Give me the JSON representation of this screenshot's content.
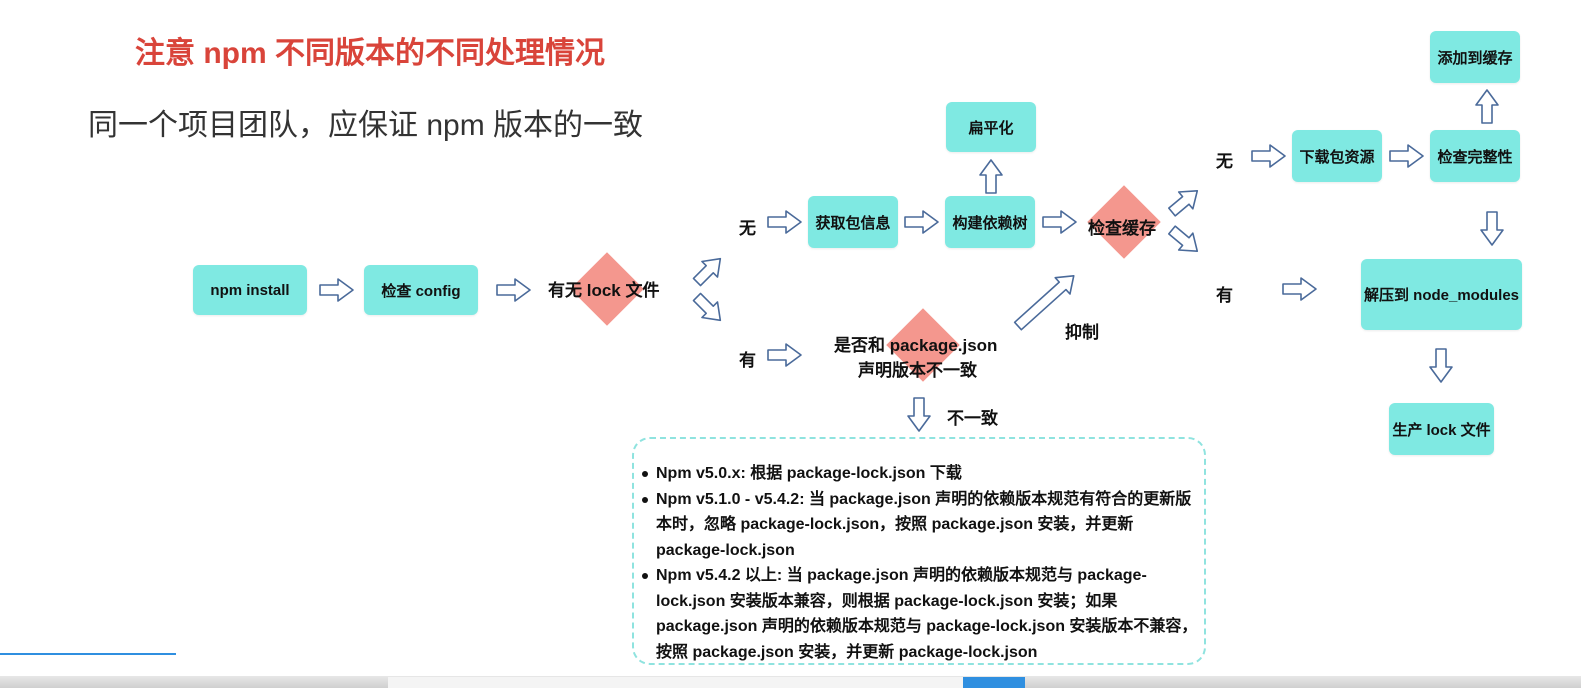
{
  "slide": {
    "title": "注意 npm 不同版本的不同处理情况",
    "subtitle": "同一个项目团队，应保证 npm 版本的一致"
  },
  "nodes": {
    "npm_install": "npm install",
    "check_config": "检查 config",
    "lock_question": "有无 lock 文件",
    "get_info": "获取包信息",
    "build_tree": "构建依赖树",
    "flatten": "扁平化",
    "check_cache": "检查缓存",
    "download": "下载包资源",
    "integrity": "检查完整性",
    "add_cache": "添加到缓存",
    "unzip": "解压到 node_modules",
    "gen_lock": "生产 lock 文件",
    "pkg_question_line1": "是否和 package.json",
    "pkg_question_line2": "声明版本不一致"
  },
  "labels": {
    "no_lock": "无",
    "has_lock": "有",
    "cache_no": "无",
    "cache_yes": "有",
    "inconsistent": "不一致",
    "suppress": "抑制"
  },
  "notes": [
    "Npm v5.0.x: 根据 package-lock.json 下载",
    "Npm v5.1.0 - v5.4.2: 当 package.json 声明的依赖版本规范有符合的更新版本时，忽略 package-lock.json，按照 package.json 安装，并更新 package-lock.json",
    "Npm v5.4.2 以上: 当 package.json 声明的依赖版本规范与 package-lock.json 安装版本兼容，则根据 package-lock.json 安装；如果 package.json 声明的依赖版本规范与 package-lock.json 安装版本不兼容，按照 package.json 安装，并更新 package-lock.json"
  ],
  "colors": {
    "title": "#d9443a",
    "box": "#7fe9e2",
    "diamond": "#f4978e",
    "arrow": "#4a6a9a"
  }
}
